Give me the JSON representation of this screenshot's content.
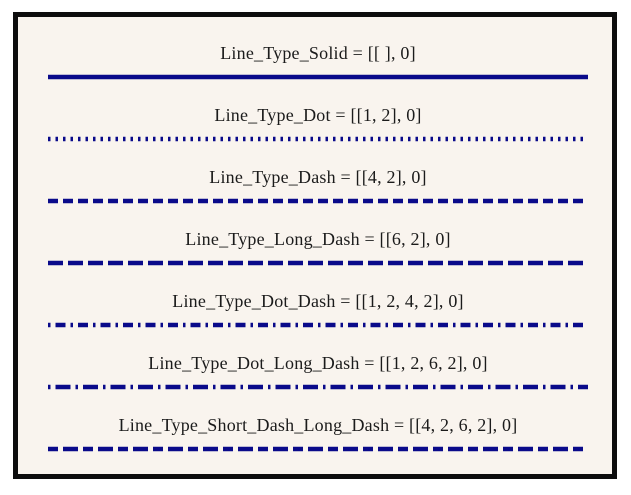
{
  "figure": {
    "title": "line type demonstration panel",
    "background": "#f9f4ee",
    "border_color": "#0d0d0d",
    "line_color": "#0a0a8a",
    "text_color": "#1b1b1b"
  },
  "rows": [
    {
      "label": "Line_Type_Solid = [[ ], 0]",
      "dash_pattern": [],
      "phase": 0,
      "dasharray_px": ""
    },
    {
      "label": "Line_Type_Dot = [[1, 2], 0]",
      "dash_pattern": [
        1,
        2
      ],
      "phase": 0,
      "dasharray_px": "2.5 5"
    },
    {
      "label": "Line_Type_Dash = [[4, 2], 0]",
      "dash_pattern": [
        4,
        2
      ],
      "phase": 0,
      "dasharray_px": "10 5"
    },
    {
      "label": "Line_Type_Long_Dash = [[6, 2], 0]",
      "dash_pattern": [
        6,
        2
      ],
      "phase": 0,
      "dasharray_px": "15 5"
    },
    {
      "label": "Line_Type_Dot_Dash = [[1, 2, 4, 2], 0]",
      "dash_pattern": [
        1,
        2,
        4,
        2
      ],
      "phase": 0,
      "dasharray_px": "2.5 5 10 5"
    },
    {
      "label": "Line_Type_Dot_Long_Dash = [[1, 2, 6, 2], 0]",
      "dash_pattern": [
        1,
        2,
        6,
        2
      ],
      "phase": 0,
      "dasharray_px": "2.5 5 15 5"
    },
    {
      "label": "Line_Type_Short_Dash_Long_Dash = [[4, 2, 6, 2], 0]",
      "dash_pattern": [
        4,
        2,
        6,
        2
      ],
      "phase": 0,
      "dasharray_px": "10 5 15 5"
    }
  ]
}
